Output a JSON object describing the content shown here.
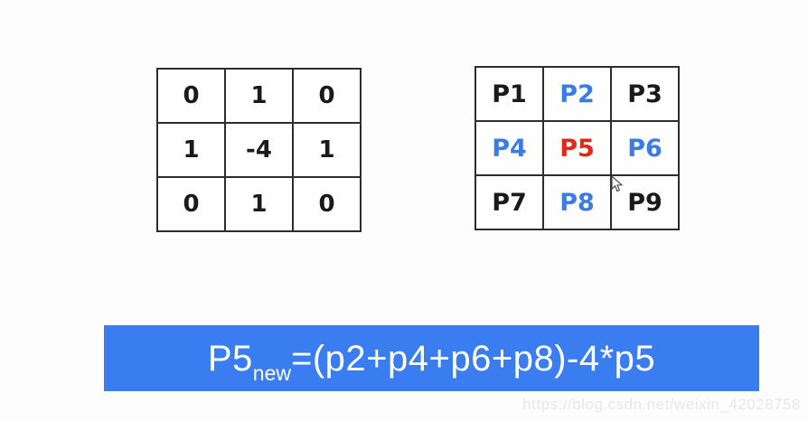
{
  "kernel_table": {
    "description": "laplacian-kernel-3x3",
    "rows": [
      [
        "0",
        "1",
        "0"
      ],
      [
        "1",
        "-4",
        "1"
      ],
      [
        "0",
        "1",
        "0"
      ]
    ]
  },
  "pixel_table": {
    "description": "pixel-neighborhood-3x3",
    "rows": [
      [
        {
          "label": "P1",
          "color": "#1a1a1a"
        },
        {
          "label": "P2",
          "color": "#3b7ce3"
        },
        {
          "label": "P3",
          "color": "#1a1a1a"
        }
      ],
      [
        {
          "label": "P4",
          "color": "#3b7ce3"
        },
        {
          "label": "P5",
          "color": "#e32618"
        },
        {
          "label": "P6",
          "color": "#3b7ce3"
        }
      ],
      [
        {
          "label": "P7",
          "color": "#1a1a1a"
        },
        {
          "label": "P8",
          "color": "#3b7ce3"
        },
        {
          "label": "P9",
          "color": "#1a1a1a"
        }
      ]
    ]
  },
  "formula": {
    "base": "P5",
    "subscript": "new",
    "rest": "=(p2+p4+p6+p8)-4*p5",
    "banner_color": "#3a7df0",
    "text_color": "#ffffff"
  },
  "watermark": {
    "text": "https://blog.csdn.net/weixin_42028758",
    "color": "#e7e7e7"
  }
}
